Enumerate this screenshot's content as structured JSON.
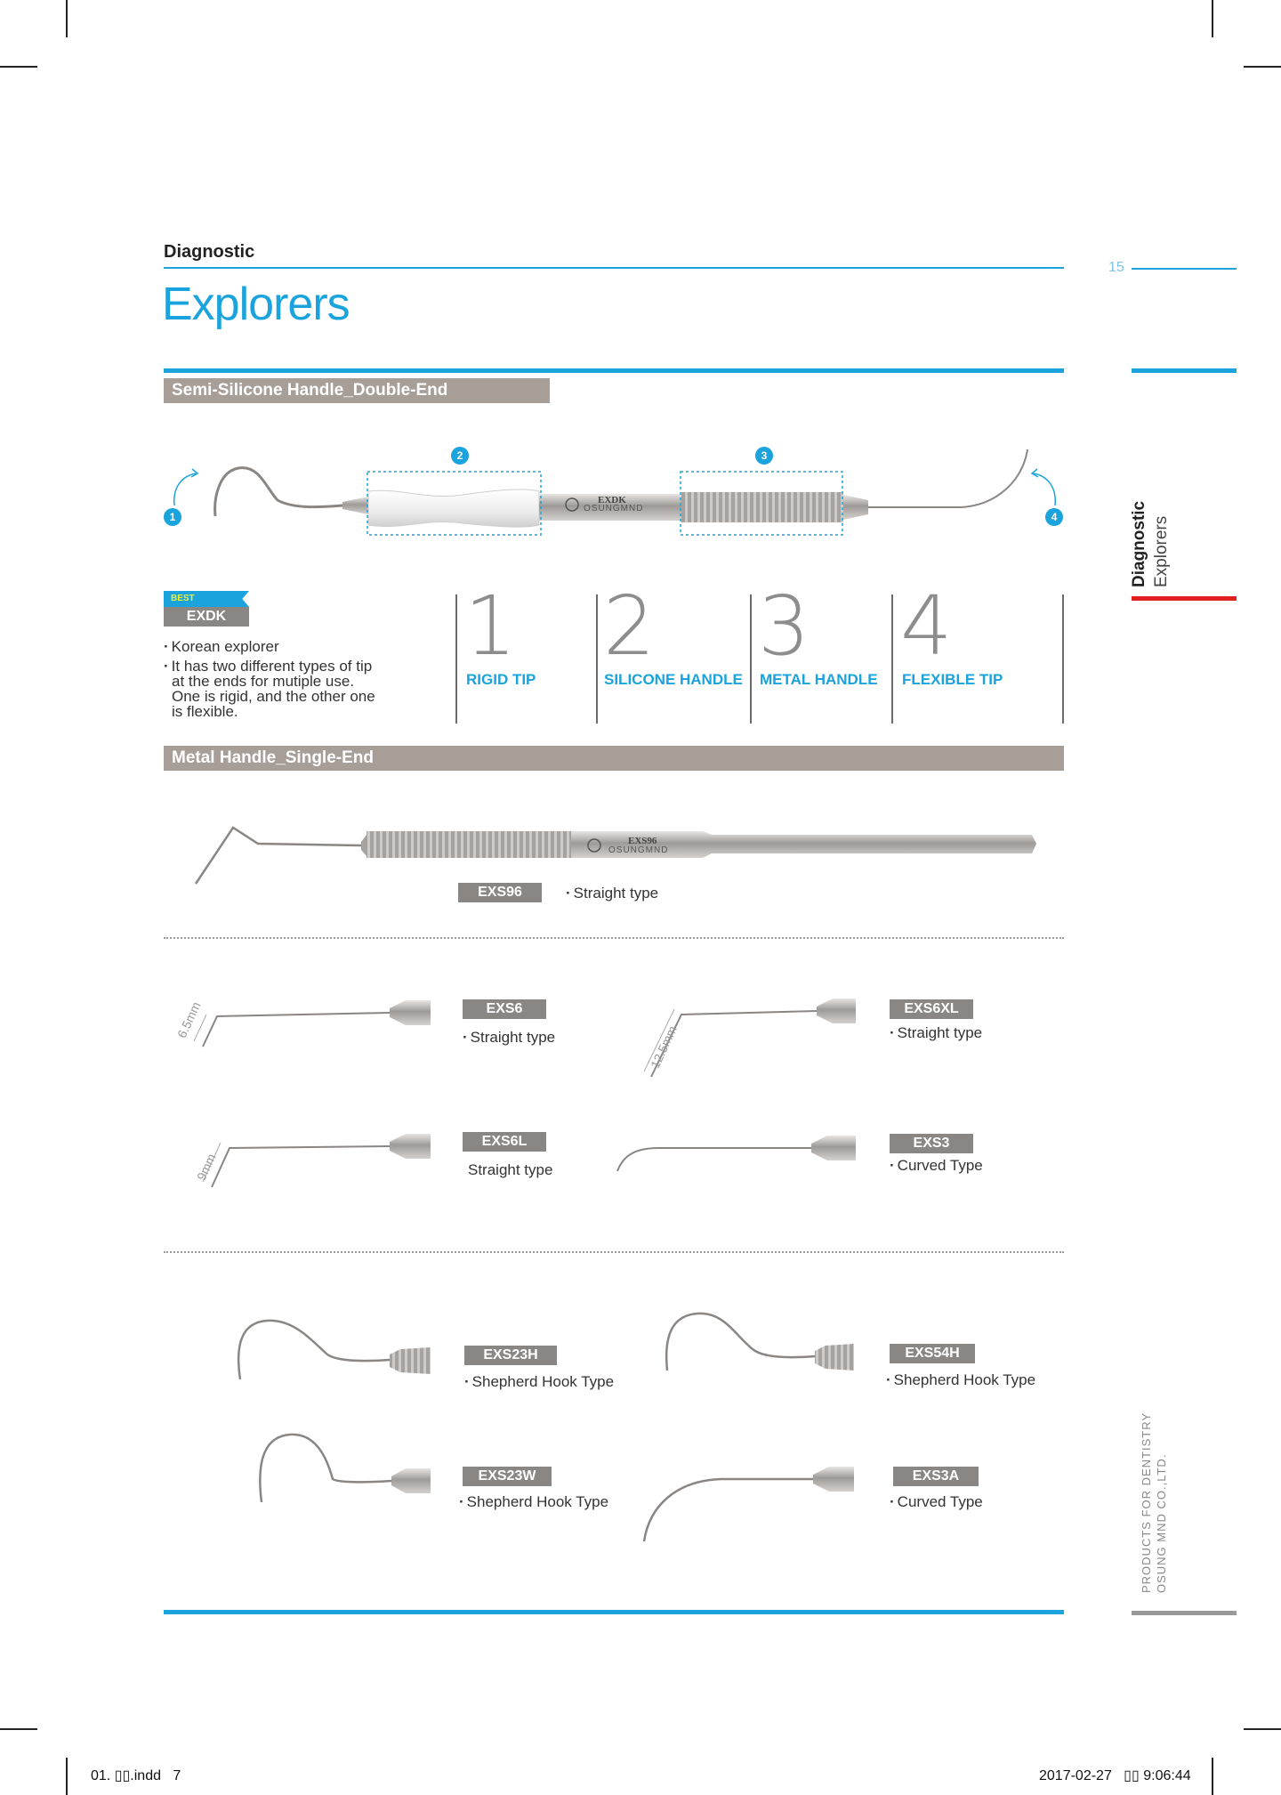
{
  "header": {
    "category": "Diagnostic",
    "title": "Explorers",
    "page_number": "15"
  },
  "side_tab": {
    "primary": "Diagnostic",
    "secondary": "Explorers"
  },
  "side_footer": {
    "line1": "PRODUCTS FOR DENTISTRY",
    "line2": "OSUNG MND CO.,LTD."
  },
  "section1": {
    "label": "Semi-Silicone Handle_Double-End",
    "badges": [
      "1",
      "2",
      "3",
      "4"
    ],
    "handle_text": "EXDK",
    "handle_brand": "OSUNGMND",
    "best_tag": "BEST COLLECTION",
    "code": "EXDK",
    "bullet1": "Korean explorer",
    "bullet2_lines": [
      "It has two different types of tip",
      "at the ends for mutiple use.",
      "One is rigid, and the other one",
      "is flexible."
    ],
    "features": [
      {
        "digit": "1",
        "label": "RIGID TIP"
      },
      {
        "digit": "2",
        "label": "SILICONE HANDLE"
      },
      {
        "digit": "3",
        "label": "METAL HANDLE"
      },
      {
        "digit": "4",
        "label": "FLEXIBLE TIP"
      }
    ]
  },
  "section2": {
    "label": "Metal Handle_Single-End",
    "handle_text": "EXS96",
    "handle_brand": "OSUNGMND",
    "main_product": {
      "code": "EXS96",
      "desc": "Straight type"
    },
    "products": [
      {
        "code": "EXS6",
        "desc": "Straight type",
        "dim": "6.5mm"
      },
      {
        "code": "EXS6XL",
        "desc": "Straight type",
        "dim": "12.5mm"
      },
      {
        "code": "EXS6L",
        "desc": "Straight type",
        "dim": "9mm"
      },
      {
        "code": "EXS3",
        "desc": "Curved Type"
      },
      {
        "code": "EXS23H",
        "desc": "Shepherd Hook Type"
      },
      {
        "code": "EXS54H",
        "desc": "Shepherd Hook Type"
      },
      {
        "code": "EXS23W",
        "desc": "Shepherd Hook Type"
      },
      {
        "code": "EXS3A",
        "desc": "Curved Type"
      }
    ]
  },
  "slug": {
    "file": "01. ▯▯.indd   7",
    "timestamp": "2017-02-27   ▯▯ 9:06:44"
  },
  "colors": {
    "accent": "#1aa3dc",
    "section_bar": "#a89e98",
    "code_bg": "#8a8684",
    "side_red": "#e02020"
  }
}
